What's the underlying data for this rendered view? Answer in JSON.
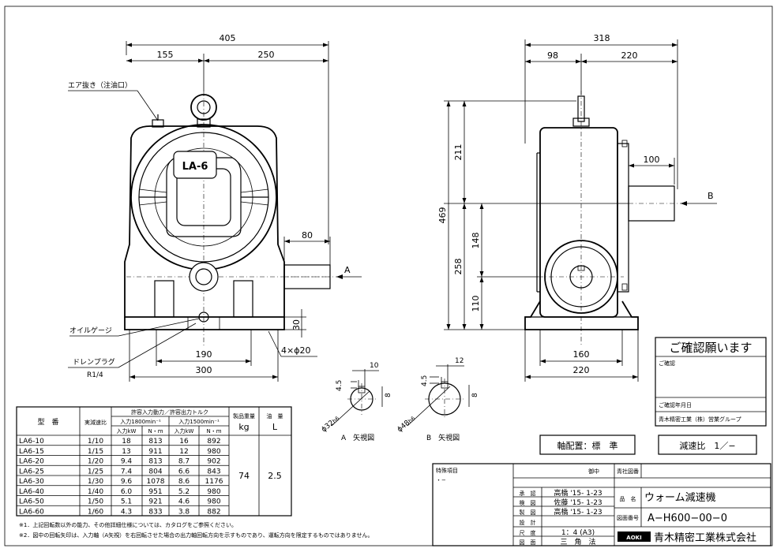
{
  "front": {
    "overall": "405",
    "left": "155",
    "right": "250",
    "shaft_len": "80",
    "shaft_label": "A",
    "base_h": "30",
    "bolt_span": "190",
    "base_w": "300",
    "holes": "4×ϕ20",
    "air_vent": "エア抜き（注油口）",
    "oil_gauge": "オイルゲージ",
    "drain_1": "ドレンプラグ",
    "drain_2": "R1/4",
    "badge": "LA-6"
  },
  "side": {
    "overall": "318",
    "left": "98",
    "right": "220",
    "shaft_len": "100",
    "shaft_label": "B",
    "height": "469",
    "top": "211",
    "mid": "148",
    "lower": "258",
    "axis": "110",
    "bolt_span": "160",
    "base_w": "220"
  },
  "view_a": {
    "d1": "4.5",
    "d2": "10",
    "d3": "8",
    "dia": "ϕ32",
    "tol": "h6",
    "title": "A　矢視図"
  },
  "view_b": {
    "d1": "4.5",
    "d2": "12",
    "d3": "8",
    "dia": "ϕ48",
    "tol": "h6",
    "title": "B　矢視図"
  },
  "spec_table": {
    "h_model": "型　番",
    "h_ratio": "実減速比",
    "h_group": "許容入力動力／許容出力トルク",
    "h_1800": "入力1800min⁻¹",
    "h_1500": "入力1500min⁻¹",
    "h_kw": "入力kW",
    "h_nm": "N・m",
    "h_weight_1": "製品重量",
    "h_weight_2": "kg",
    "h_oil_1": "油　量",
    "h_oil_2": "L",
    "weight": "74",
    "oil": "2.5",
    "rows": [
      [
        "LA6-10",
        "1/10",
        "18",
        "813",
        "16",
        "892"
      ],
      [
        "LA6-15",
        "1/15",
        "13",
        "911",
        "12",
        "980"
      ],
      [
        "LA6-20",
        "1/20",
        "9.4",
        "813",
        "8.7",
        "902"
      ],
      [
        "LA6-25",
        "1/25",
        "7.4",
        "804",
        "6.6",
        "843"
      ],
      [
        "LA6-30",
        "1/30",
        "9.6",
        "1078",
        "8.6",
        "1176"
      ],
      [
        "LA6-40",
        "1/40",
        "6.0",
        "951",
        "5.2",
        "980"
      ],
      [
        "LA6-50",
        "1/50",
        "5.1",
        "921",
        "4.6",
        "980"
      ],
      [
        "LA6-60",
        "1/60",
        "4.3",
        "833",
        "3.8",
        "882"
      ]
    ]
  },
  "notes": [
    "※1．上記回転数以外の能力、その他詳細仕様については、カタログをご参照ください。",
    "※2．図中の回転矢印は、入力軸（A矢視）を右回転させた場合の出力軸回転方向を示すものであり、運転方向を限定するものではありません。"
  ],
  "confirm": {
    "title": "ご確認願います",
    "check": "ご確認",
    "date": "ご確認年月日",
    "company": "青木精密工業（株）営業グループ"
  },
  "axis_box": "軸配置：標　準",
  "ratio_box": "減速比　1／−",
  "title_block": {
    "special_label": "特殊項目",
    "special_value": "・−",
    "onchu": "御中",
    "our_no": "青社図番",
    "rows": [
      [
        "承　認",
        "高橋 '15- 1-23"
      ],
      [
        "検　図",
        "佐藤 '15- 1-23"
      ],
      [
        "製　図",
        "高橋 '15- 1-23"
      ],
      [
        "設　計",
        ""
      ],
      [
        "尺　度",
        "1：4 (A3)"
      ],
      [
        "図　面",
        "三　角　法"
      ]
    ],
    "name_label": "品　名",
    "name_value": "ウォーム減速機",
    "no_label": "図面番号",
    "no_value": "A−H600−00−0",
    "logo": "AOKI",
    "company": "青木精密工業株式会社"
  }
}
